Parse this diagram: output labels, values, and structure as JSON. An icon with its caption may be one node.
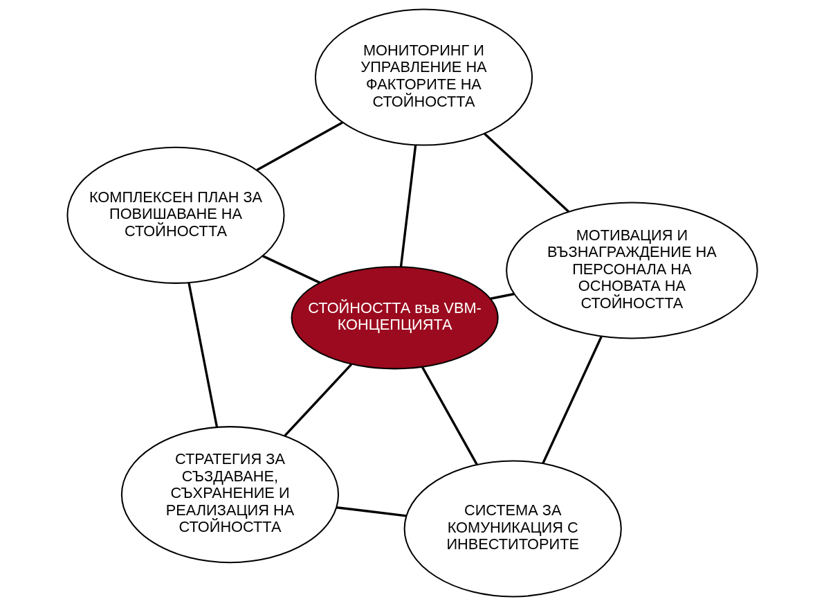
{
  "diagram": {
    "nodes": [
      {
        "text": [
          "СТРАТЕГИЯ ЗА СЪЗДАВАНЕ, СЪХРАНЕНИЕ И РЕАЛИЗАЦИЯ НА СТОЙНОСТТА"
        ]
      },
      {
        "text": [
          "СИСТЕМА ЗА КОМУНИКАЦИЯ С ИНВЕСТИТОРИТЕ"
        ]
      },
      {
        "text": [
          "СТОЙНОСТТА във VBM-КОНЦЕПЦИЯТА"
        ]
      },
      {
        "text": [
          "КОМПЛЕКСЕН ПЛАН ЗА ПОВИШАВАНЕ НА СТОЙНОСТТА"
        ]
      },
      {
        "text": [
          "МОТИВАЦИЯ И ВЪЗНАГРАЖДЕНИЕ НА ПЕРСОНАЛА НА ОСНОВАТА НА СТОЙНОСТТА"
        ]
      },
      {
        "text": [
          "МОНИТОРИНГ И УПРАВЛЕНИЕ НА ФАКТОРИТЕ НА СТОЙНОСТТА"
        ]
      }
    ],
    "edges": [
      {
        "from": 2,
        "to": 0,
        "arrow": "none"
      },
      {
        "from": 2,
        "to": 1,
        "arrow": "none"
      },
      {
        "from": 2,
        "to": 3,
        "arrow": "none"
      },
      {
        "from": 2,
        "to": 4,
        "arrow": "none"
      },
      {
        "from": 2,
        "to": 5,
        "arrow": "none"
      },
      {
        "from": 0,
        "to": 3,
        "arrow": "none"
      },
      {
        "from": 3,
        "to": 5,
        "arrow": "none"
      },
      {
        "from": 5,
        "to": 4,
        "arrow": "none"
      },
      {
        "from": 4,
        "to": 1,
        "arrow": "none"
      },
      {
        "from": 1,
        "to": 0,
        "arrow": "none"
      }
    ]
  }
}
